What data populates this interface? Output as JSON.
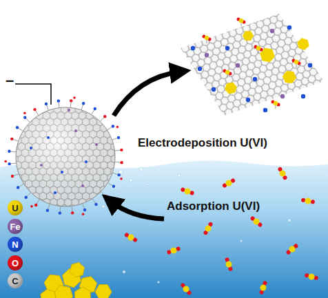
{
  "diagram": {
    "labels": [
      "Electrodeposition U(VI)",
      "Adsorption U(VI)",
      "–"
    ],
    "legend": [
      {
        "text": "U",
        "color": "#f2d500"
      },
      {
        "text": "Fe",
        "color": "#8a62a8"
      },
      {
        "text": "N",
        "color": "#1c4fd6"
      },
      {
        "text": "O",
        "color": "#e3121c"
      },
      {
        "text": "C",
        "color": "#c9c9c9"
      }
    ]
  }
}
